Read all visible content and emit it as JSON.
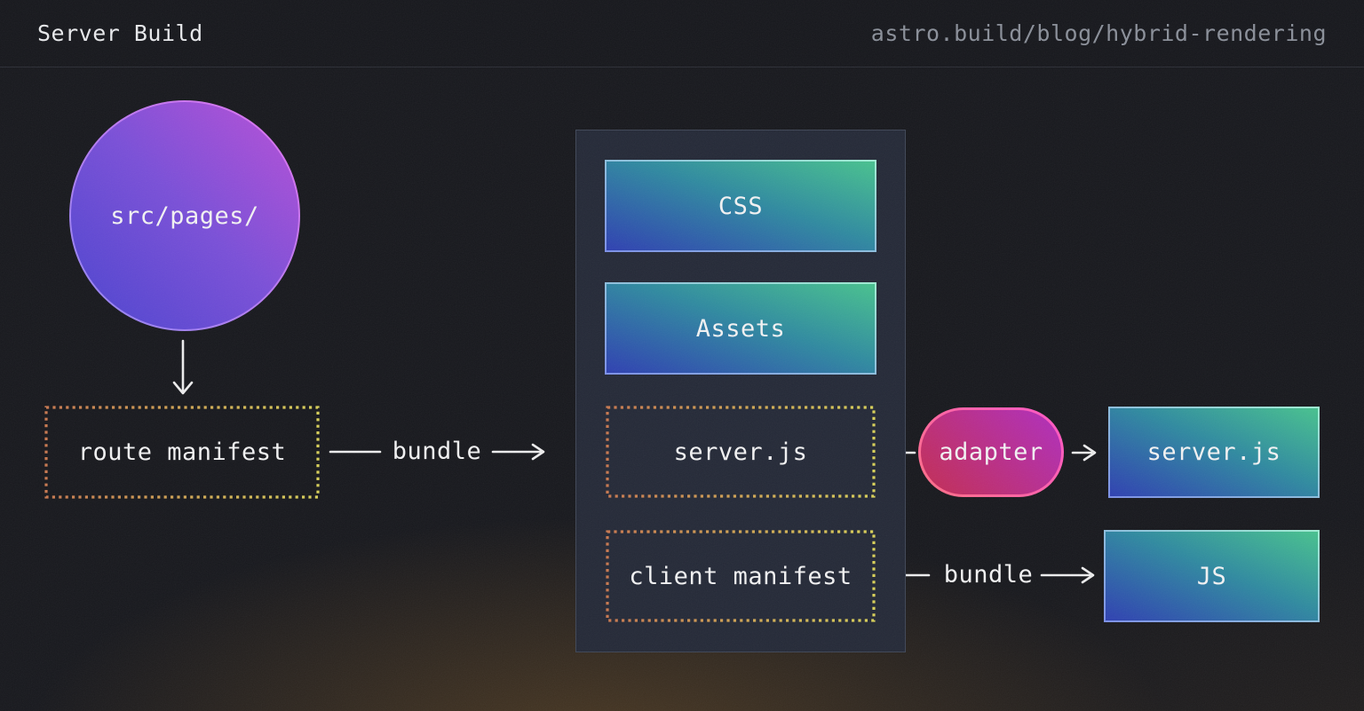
{
  "header": {
    "title": "Server Build",
    "url": "astro.build/blog/hybrid-rendering"
  },
  "nodes": {
    "src_pages": {
      "label": "src/pages/"
    },
    "route_manifest": {
      "label": "route manifest"
    },
    "css": {
      "label": "CSS"
    },
    "assets": {
      "label": "Assets"
    },
    "server_js_bundle": {
      "label": "server.js"
    },
    "client_manifest": {
      "label": "client manifest"
    },
    "adapter": {
      "label": "adapter"
    },
    "server_js_output": {
      "label": "server.js"
    },
    "js_output": {
      "label": "JS"
    }
  },
  "connectors": {
    "bundle_left": {
      "label": "bundle"
    },
    "bundle_right": {
      "label": "bundle"
    }
  },
  "colors": {
    "background": "#17181d",
    "panel": "#242937",
    "panel_border": "#3f4656",
    "box_gradient_blue": "#2e3eb2",
    "box_gradient_green": "#48c38e",
    "circle_gradient_indigo": "#4a43cf",
    "circle_gradient_magenta": "#b94fd8",
    "pill_gradient_red": "#c32d52",
    "pill_gradient_magenta": "#b02ebe",
    "pill_border": "#ff55c8",
    "dotted_border_orange": "#c8784f",
    "dotted_border_yellow": "#d8d058",
    "arrow": "#ededee",
    "text": "#f2f2f3",
    "muted_text": "#8a8f99"
  }
}
